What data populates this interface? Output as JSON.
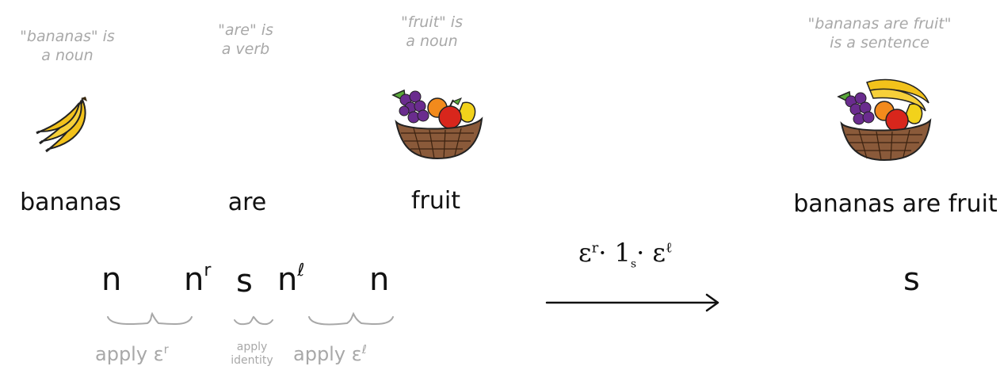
{
  "notes": {
    "bananas": [
      "\"bananas\" is",
      "a noun"
    ],
    "are": [
      "\"are\" is",
      "a verb"
    ],
    "fruit": [
      "\"fruit\" is",
      "a noun"
    ],
    "sentence": [
      "\"bananas are fruit\"",
      "is a sentence"
    ]
  },
  "words": {
    "bananas": "bananas",
    "are": "are",
    "fruit": "fruit",
    "sentence": "bananas are fruit"
  },
  "types": {
    "n1_base": "n",
    "nr_base": "n",
    "nr_sup": "r",
    "s_mid": "s",
    "nl_base": "n",
    "nl_sup": "ℓ",
    "n2_base": "n",
    "result": "s"
  },
  "arrow": {
    "eps_r": "ε",
    "eps_r_sup": "r",
    "dot1": "·",
    "one": "1",
    "one_sub": "s",
    "dot2": "·",
    "eps_l": "ε",
    "eps_l_sup": "ℓ"
  },
  "braces": {
    "apply_er_text": "apply ε",
    "apply_er_sup": "r",
    "apply_identity": [
      "apply",
      "identity"
    ],
    "apply_el_text": "apply ε",
    "apply_el_sup": "ℓ"
  },
  "icons": {
    "bananas": "bananas-icon",
    "fruit": "fruit-basket-icon",
    "sentence": "fruit-basket-icon"
  },
  "colors": {
    "ink": "#111111",
    "annotation": "#a8a8a8",
    "banana": "#f2c21b",
    "grape": "#6a2c8e",
    "apple": "#d8261c",
    "orange": "#f28a1c",
    "basket": "#8a5a3a"
  }
}
